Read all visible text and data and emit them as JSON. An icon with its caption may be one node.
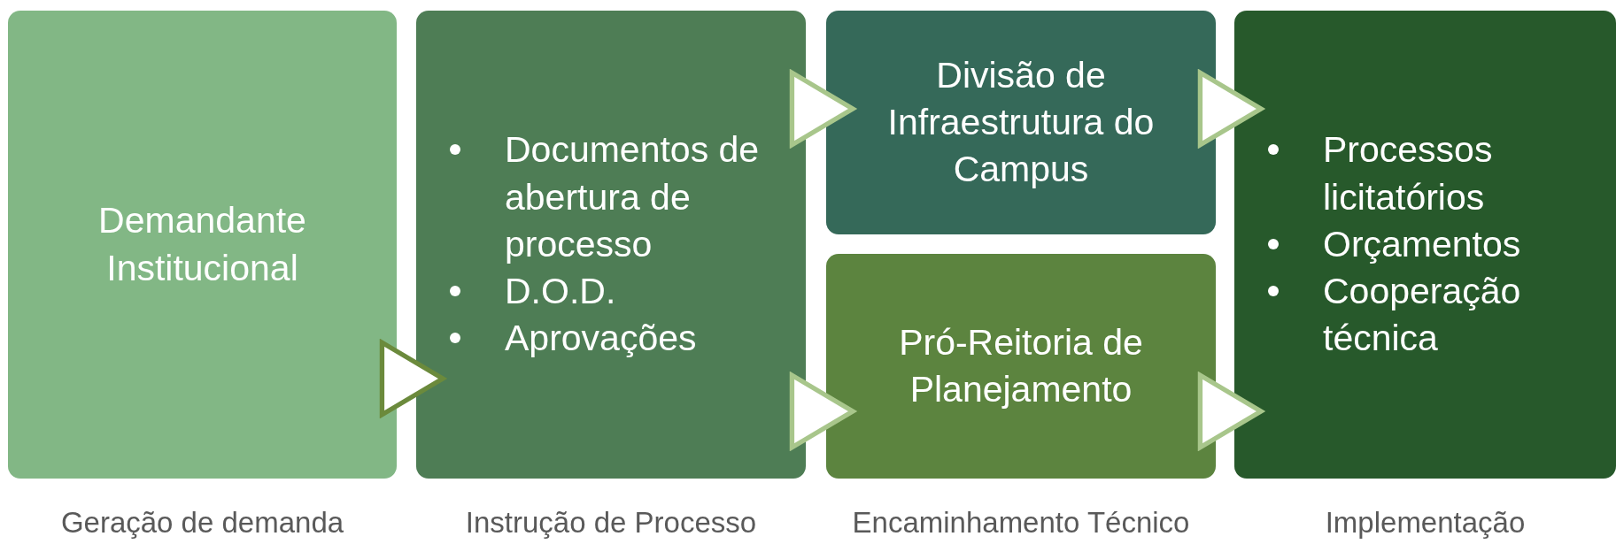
{
  "diagram": {
    "nodes": [
      {
        "text": [
          "Demandante Institucional"
        ]
      },
      {
        "text": [
          "Documentos de abertura de processo",
          "D.O.D.",
          "Aprovações"
        ]
      },
      {
        "text": [
          "Divisão de Infraestrutura do Campus"
        ]
      },
      {
        "text": [
          "Pró-Reitoria de Planejamento"
        ]
      },
      {
        "text": [
          "Processos licitatórios",
          "Orçamentos",
          "Cooperação técnica"
        ]
      }
    ],
    "edges": [
      {
        "from": 0,
        "to": 1,
        "arrow": "to",
        "color": "#6b8a3c"
      },
      {
        "from": 1,
        "to": 2,
        "arrow": "to"
      },
      {
        "from": 1,
        "to": 3,
        "arrow": "to"
      },
      {
        "from": 2,
        "to": 4,
        "arrow": "to"
      },
      {
        "from": 3,
        "to": 4,
        "arrow": "to"
      }
    ],
    "labels": [
      "Geração de demanda",
      "Instrução de Processo",
      "Encaminhamento Técnico",
      "Implementação"
    ]
  }
}
